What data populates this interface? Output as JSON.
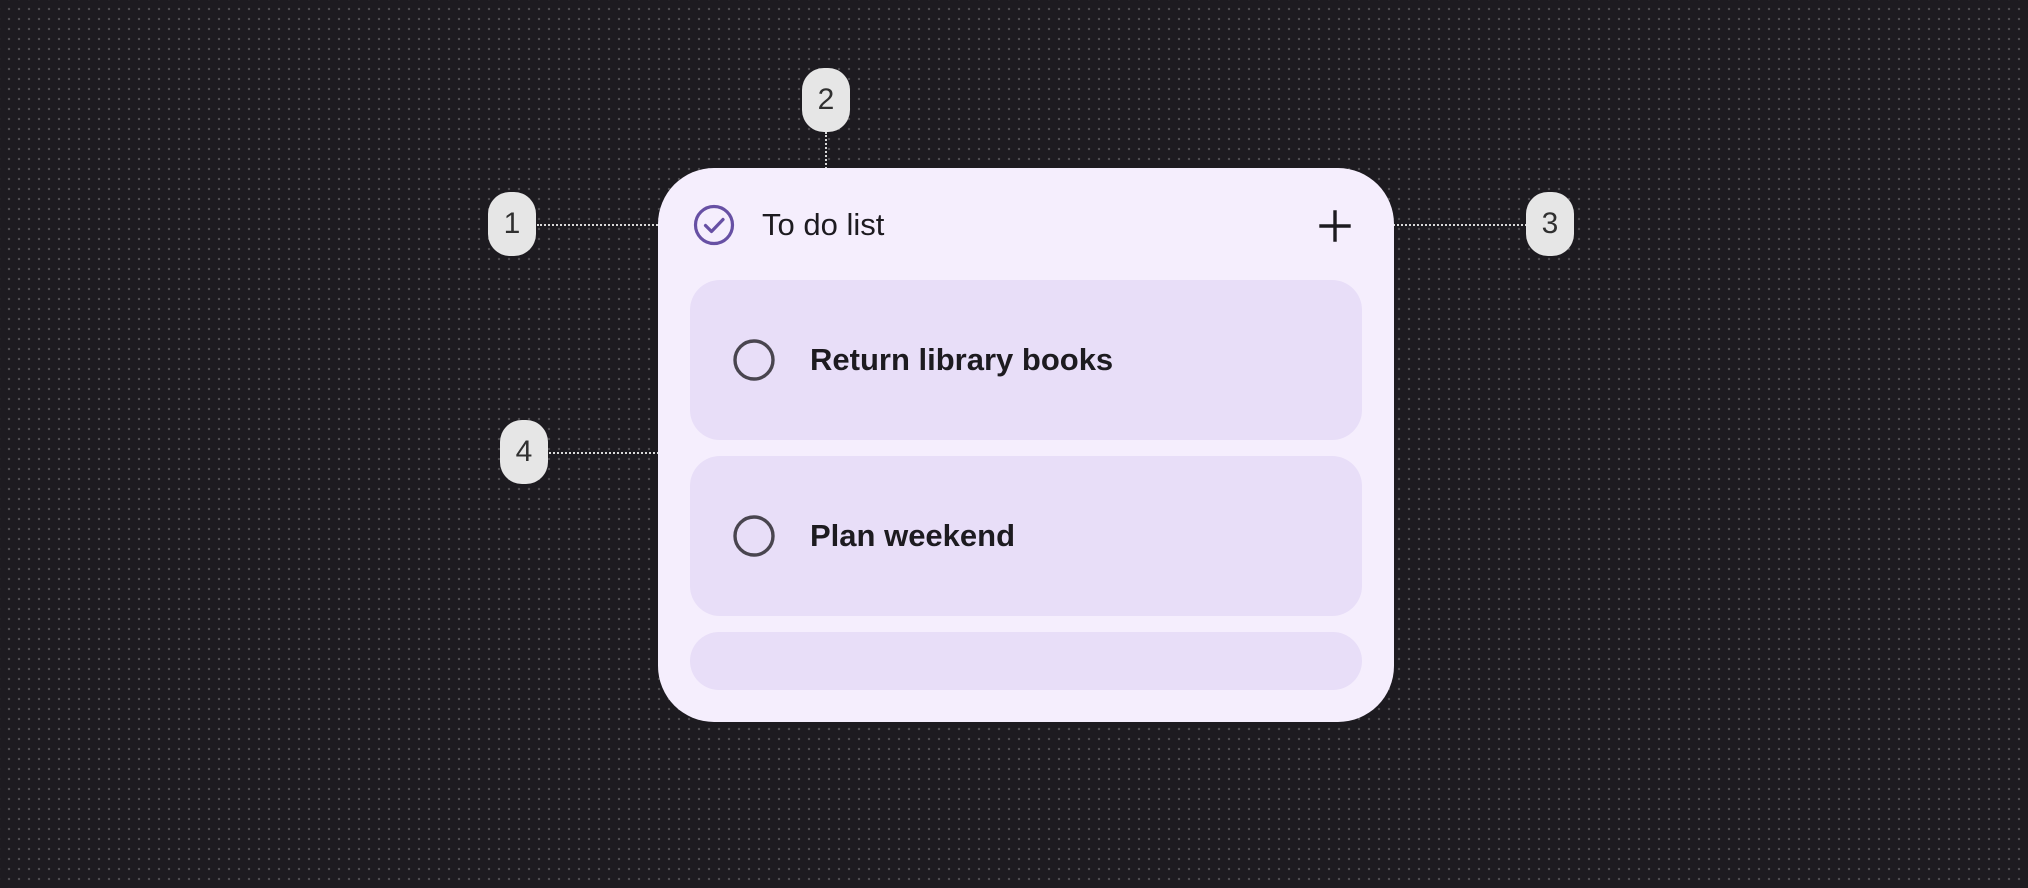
{
  "widget": {
    "title": "To do list",
    "header_icon": "check-circle-icon",
    "add_icon": "plus-icon",
    "tasks": [
      {
        "label": "Return library books",
        "checked": false
      },
      {
        "label": "Plan weekend",
        "checked": false
      },
      {
        "label": "",
        "checked": false
      }
    ]
  },
  "callouts": [
    "1",
    "2",
    "3",
    "4"
  ],
  "colors": {
    "background": "#1d1b20",
    "widget_surface": "#f5eefd",
    "task_surface": "#e8def8",
    "accent": "#6750a4",
    "text": "#1d1b20",
    "checkbox_outline": "#49454f",
    "callout_badge": "#e6e6e6"
  }
}
